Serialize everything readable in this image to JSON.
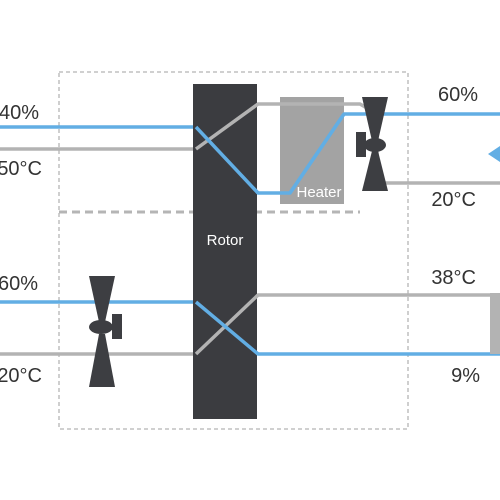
{
  "colors": {
    "supply_line": "#62aee4",
    "return_line": "#b3b3b3",
    "rotor": "#3b3c40",
    "heater": "#a3a3a3",
    "fan": "#3d3e42",
    "frame_dash": "#b5b5b5",
    "side_arrow": "#62aee4",
    "side_bar": "#b3b3b3",
    "text": "#333333",
    "rotor_text": "#ffffff",
    "heater_text": "#ffffff"
  },
  "components": {
    "rotor_label": "Rotor",
    "heater_label": "Heater"
  },
  "top_stream": {
    "inlet_humidity": "40%",
    "inlet_temperature": "50°C",
    "outlet_humidity": "60%",
    "outlet_temperature": "20°C"
  },
  "bottom_stream": {
    "inlet_humidity": "60%",
    "inlet_temperature": "20°C",
    "outlet_temperature": "38°C",
    "outlet_humidity": "9%"
  },
  "icons": {
    "top_fan": "fan-icon",
    "bottom_fan": "fan-icon",
    "side_arrow": "arrow-left-icon"
  }
}
